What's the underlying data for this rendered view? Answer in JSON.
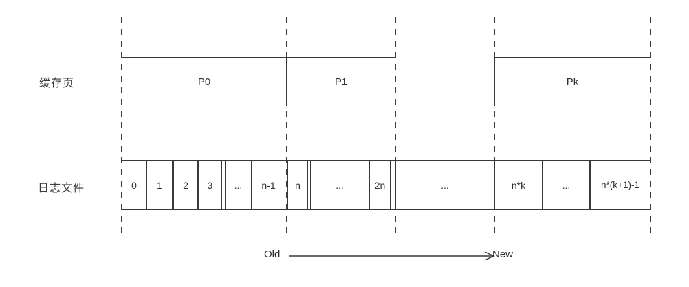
{
  "labels": {
    "cache_row": "缓存页",
    "log_row": "日志文件"
  },
  "cache_pages": [
    {
      "label": "P0"
    },
    {
      "label": "P1"
    },
    {
      "label": "Pk"
    }
  ],
  "log_cells": [
    {
      "label": "0"
    },
    {
      "label": "1"
    },
    {
      "label": "2"
    },
    {
      "label": "3"
    },
    {
      "label": "..."
    },
    {
      "label": "n-1"
    },
    {
      "label": "n"
    },
    {
      "label": "..."
    },
    {
      "label": "2n"
    },
    {
      "label": "..."
    },
    {
      "label": "n*k"
    },
    {
      "label": "..."
    },
    {
      "label": "n*(k+1)-1"
    }
  ],
  "timeline": {
    "old": "Old",
    "new": "New"
  },
  "colors": {
    "line": "#383838",
    "text": "#2e2e2e",
    "background": "#ffffff"
  }
}
